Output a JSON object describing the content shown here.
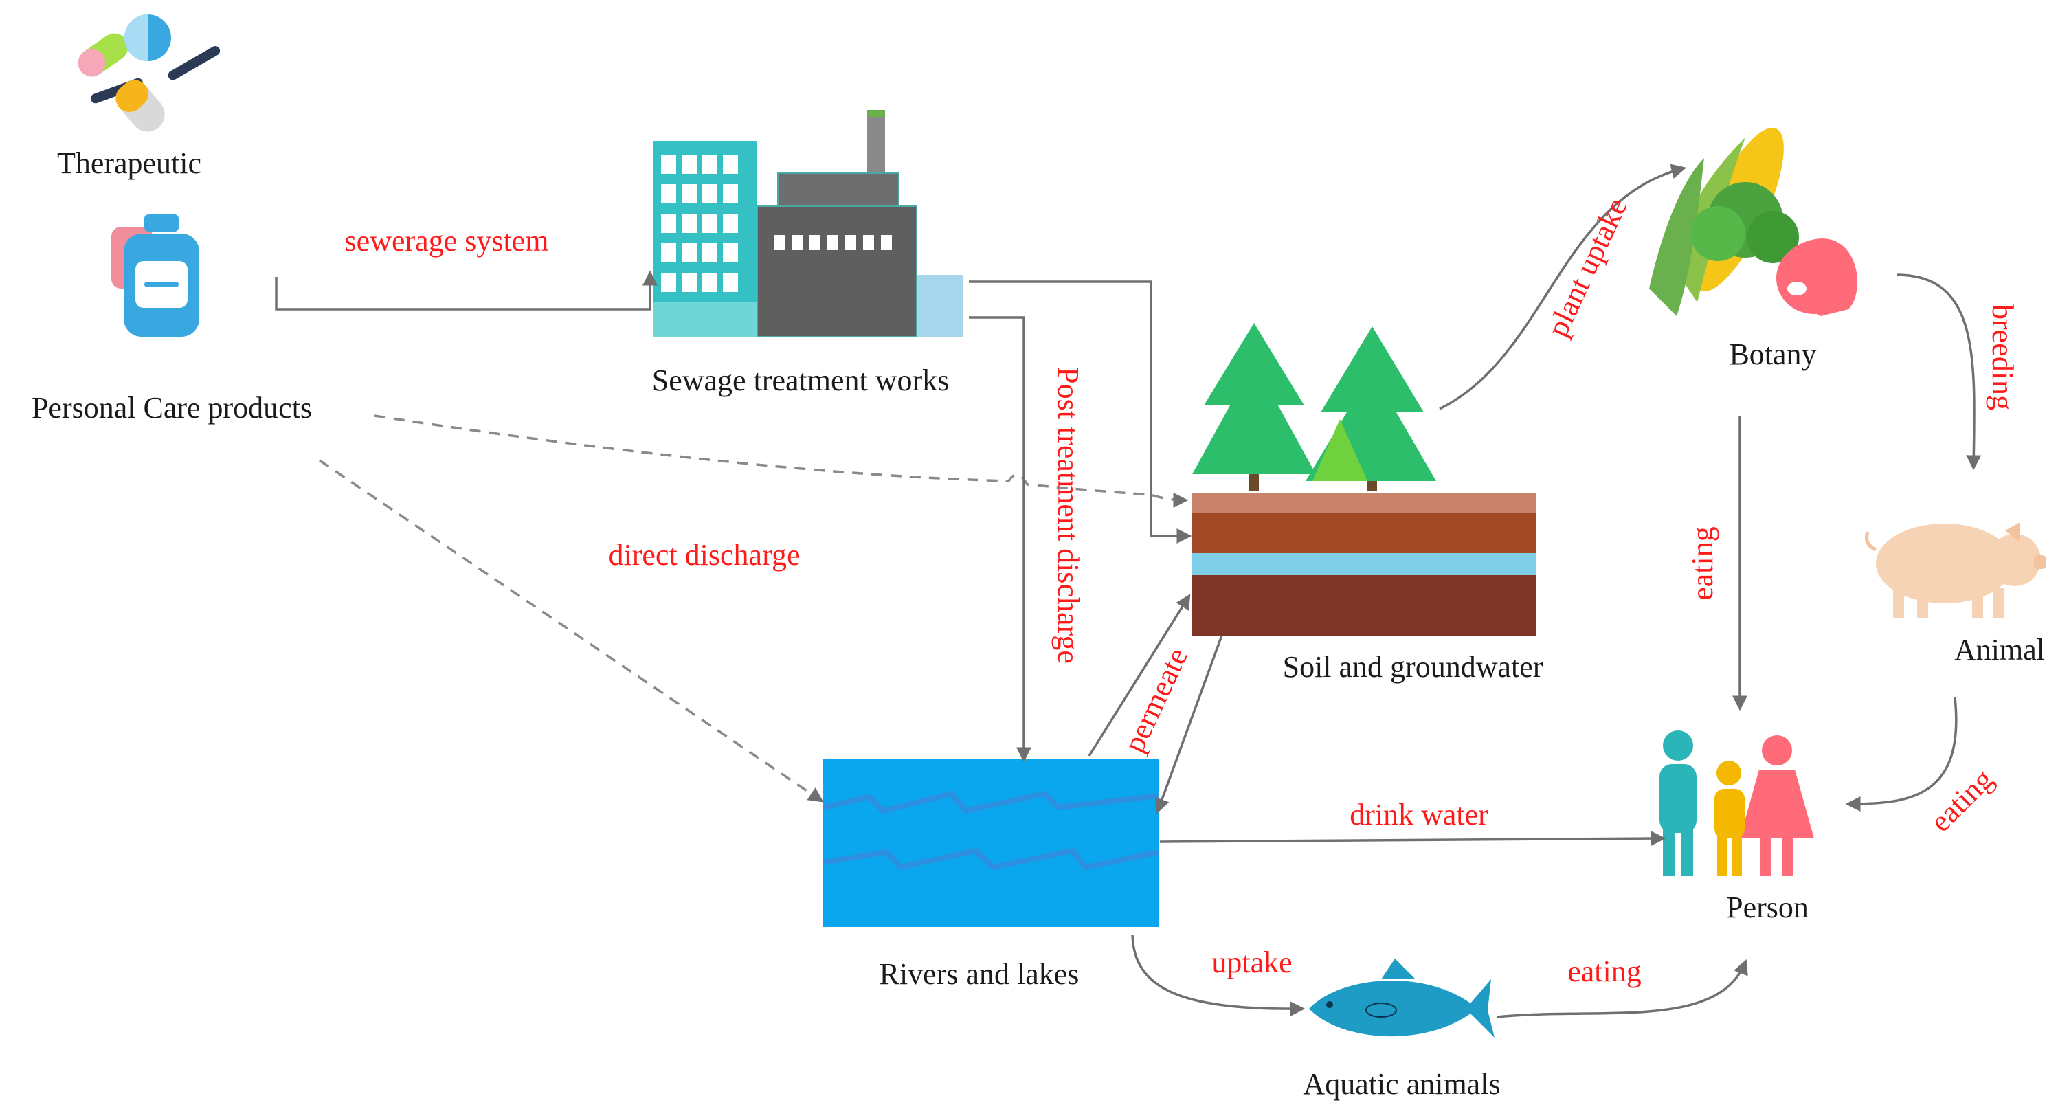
{
  "nodes": {
    "therapeutic": "Therapeutic",
    "personal_care": "Personal Care products",
    "sewage": "Sewage treatment works",
    "soil": "Soil and groundwater",
    "rivers": "Rivers and lakes",
    "aquatic": "Aquatic animals",
    "botany": "Botany",
    "animal": "Animal",
    "person": "Person"
  },
  "flows": {
    "sewerage": "sewerage system",
    "direct": "direct discharge",
    "post": "Post treatment discharge",
    "permeate": "permeate",
    "plant_uptake": "plant uptake",
    "breeding": "breeding",
    "eating_botany": "eating",
    "eating_animal": "eating",
    "drink": "drink water",
    "uptake": "uptake",
    "eating_aquatic": "eating"
  },
  "colors": {
    "flow_label": "#ff1a1a",
    "arrow": "#6f6f6f",
    "water": "#0aa6ee",
    "tree": "#2dbe6c",
    "soil_dark": "#7e3527"
  },
  "icons": [
    "pills-icon",
    "bottle-icon",
    "factory-icon",
    "trees-icon",
    "soil-layers-icon",
    "water-icon",
    "fish-icon",
    "vegetables-icon",
    "pig-icon",
    "family-icon"
  ]
}
